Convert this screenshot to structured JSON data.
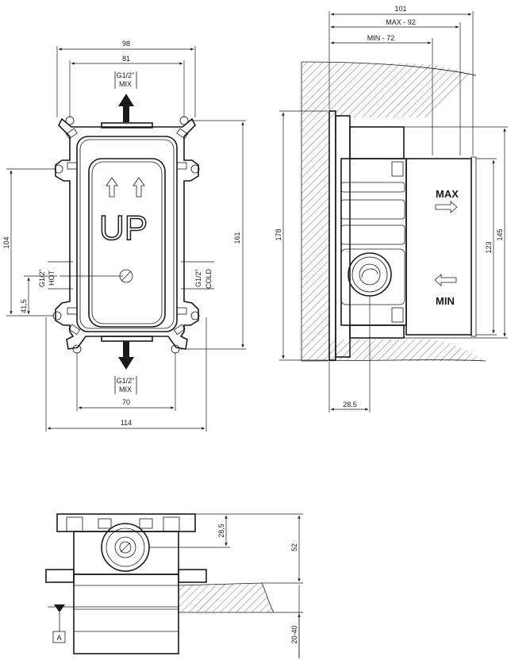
{
  "front_view": {
    "dims": {
      "width_98": "98",
      "width_81": "81",
      "width_70": "70",
      "width_114": "114",
      "height_161": "161",
      "height_104": "104",
      "height_41_5": "41,5"
    },
    "labels": {
      "top_thread": "G1/2\"",
      "top_mix": "MIX",
      "bottom_thread": "G1/2\"",
      "bottom_mix": "MIX",
      "hot_thread": "G1/2\"",
      "hot": "HOT",
      "cold_thread": "G1/2\"",
      "cold": "COLD",
      "up": "UP"
    }
  },
  "side_view": {
    "dims": {
      "d101": "101",
      "max": "MAX - 92",
      "min": "MIN - 72",
      "h178": "178",
      "h145": "145",
      "h123": "123",
      "d28_5": "28.5"
    },
    "labels": {
      "max": "MAX",
      "min": "MIN"
    }
  },
  "bottom_view": {
    "dims": {
      "d28_5": "28,5",
      "d52": "52",
      "d20_40": "20-40"
    },
    "labels": {
      "ref": "A"
    }
  },
  "colors": {
    "line": "#1a1a1a",
    "background": "#ffffff"
  }
}
